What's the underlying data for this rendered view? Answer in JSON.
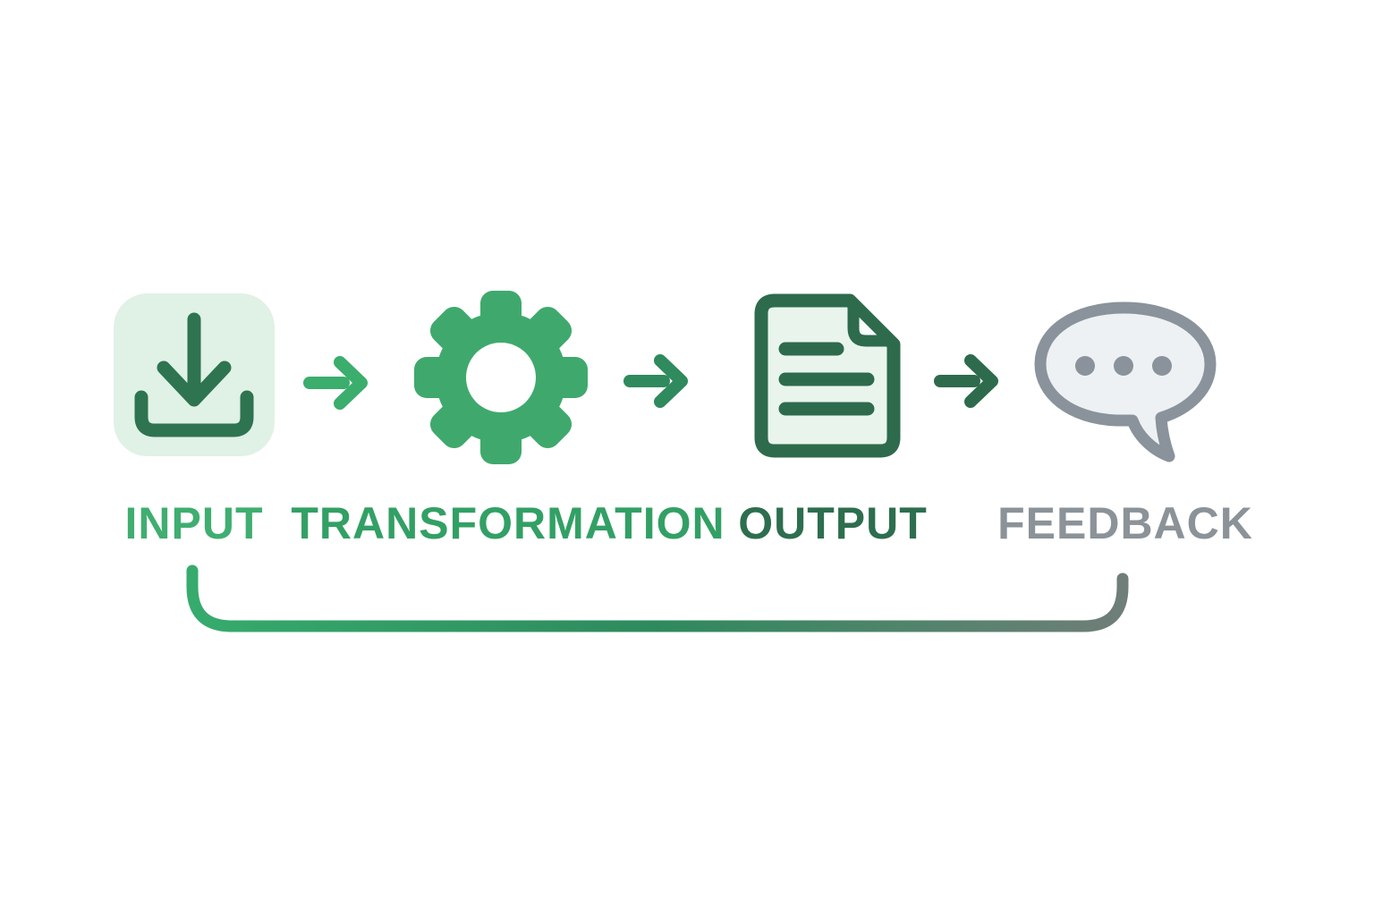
{
  "diagram": {
    "type": "process-flow",
    "background": "#ffffff",
    "stages": [
      {
        "label": "INPUT",
        "icon": "download-tray-icon"
      },
      {
        "label": "TRANSFORMATION",
        "icon": "gear-icon"
      },
      {
        "label": "OUTPUT",
        "icon": "document-icon"
      },
      {
        "label": "FEEDBACK",
        "icon": "speech-bubble-icon"
      }
    ],
    "connectors": {
      "forward_arrow_count": 3,
      "feedback_loop": "curved line from below FEEDBACK back to below INPUT"
    }
  },
  "colors": {
    "background": "#ffffff",
    "green-bright": "#3bad6c",
    "green-mid": "#3fa96d",
    "green-glyph": "#2e7450",
    "green-deep": "#2d6b4c",
    "arrow2-green": "#2f8a5d",
    "input-bg": "#e0f1e6",
    "doc-fill": "#e9f4ec",
    "paper-white": "#fbfdfc",
    "gray": "#8a939b",
    "gray-fill": "#eef1f3",
    "label-input": "#3fae70",
    "label-transformation": "#32a065",
    "label-output": "#2d6e4f",
    "label-feedback": "#8b9399",
    "loop-start": "#36ab6d",
    "loop-mid": "#2e8a5d",
    "loop-end": "#6f7e78"
  },
  "stages": [
    {
      "label": "INPUT"
    },
    {
      "label": "TRANSFORMATION"
    },
    {
      "label": "OUTPUT"
    },
    {
      "label": "FEEDBACK"
    }
  ]
}
